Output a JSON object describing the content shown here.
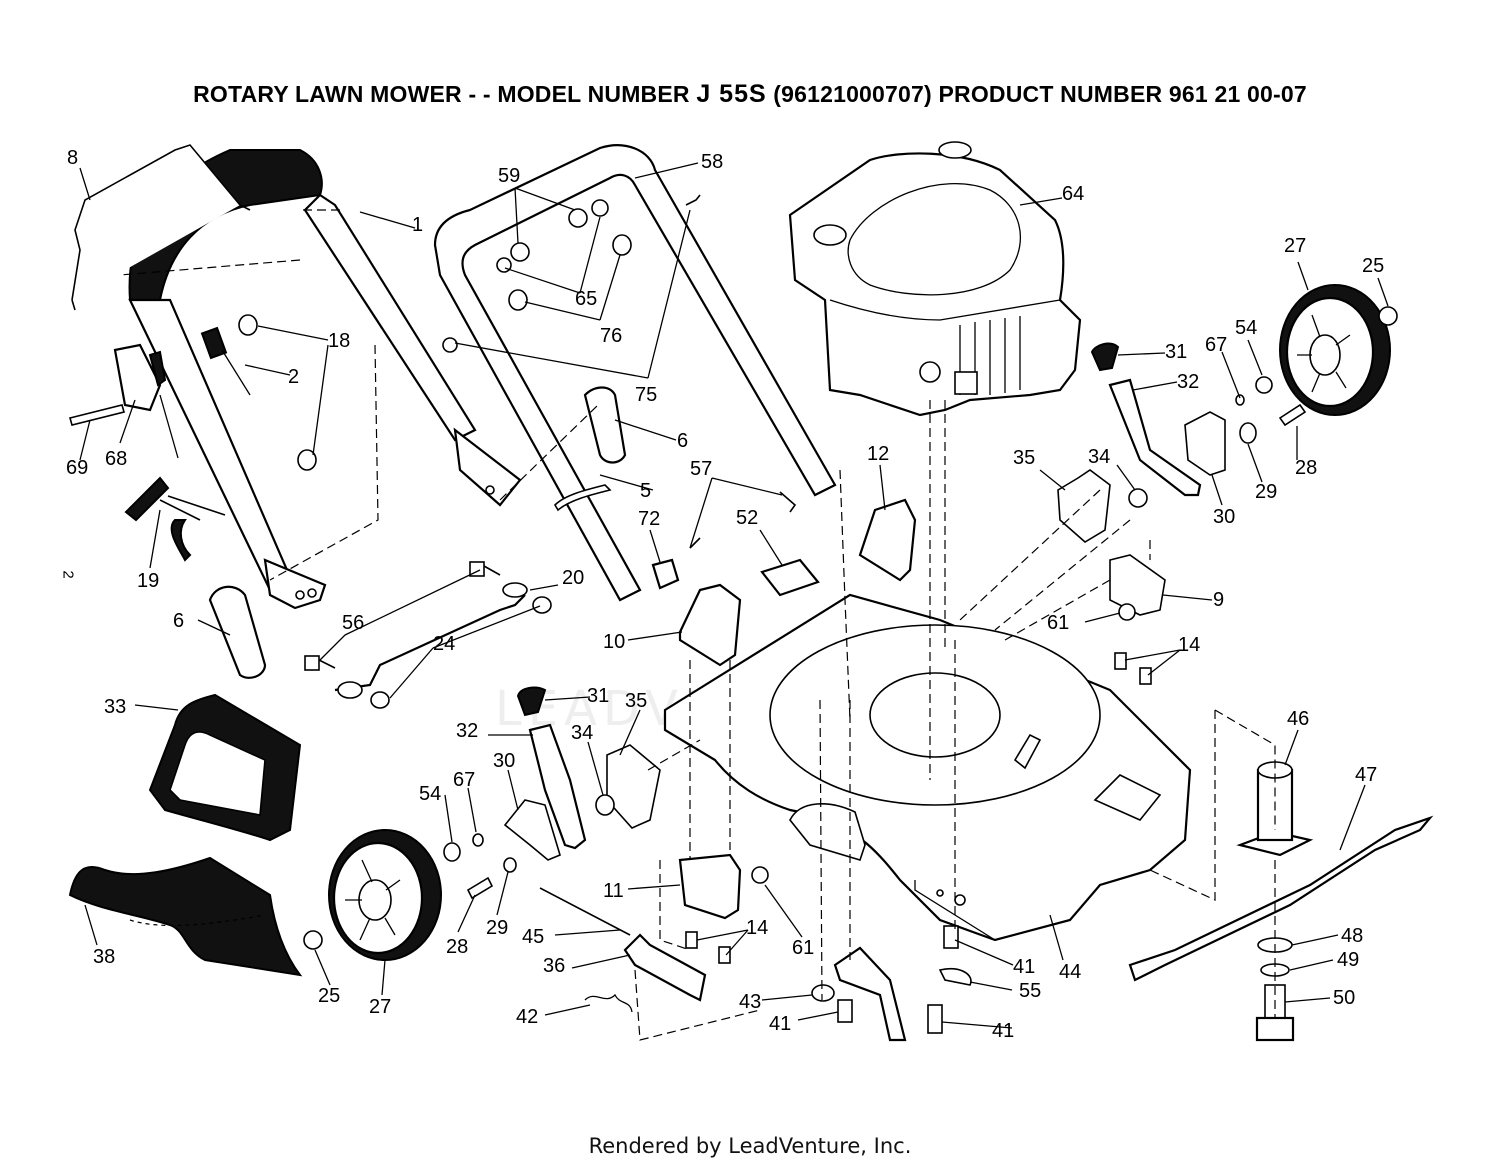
{
  "diagram": {
    "title_prefix": "ROTARY LAWN MOWER - - MODEL NUMBER",
    "model": "J 55S",
    "title_suffix": "(96121000707) PRODUCT NUMBER 961 21 00-07",
    "side_mark": "2",
    "footer": "Rendered by LeadVenture, Inc.",
    "watermark": "LEADVENTURE",
    "labels": [
      "1",
      "2",
      "5",
      "6",
      "6",
      "8",
      "9",
      "10",
      "11",
      "12",
      "14",
      "14",
      "18",
      "19",
      "20",
      "24",
      "25",
      "25",
      "27",
      "27",
      "28",
      "28",
      "29",
      "29",
      "30",
      "30",
      "31",
      "31",
      "32",
      "32",
      "33",
      "34",
      "34",
      "35",
      "35",
      "36",
      "38",
      "41",
      "41",
      "41",
      "42",
      "43",
      "44",
      "45",
      "46",
      "47",
      "48",
      "49",
      "50",
      "52",
      "54",
      "54",
      "55",
      "56",
      "57",
      "58",
      "59",
      "61",
      "61",
      "64",
      "65",
      "67",
      "67",
      "68",
      "69",
      "72",
      "75",
      "76"
    ]
  }
}
